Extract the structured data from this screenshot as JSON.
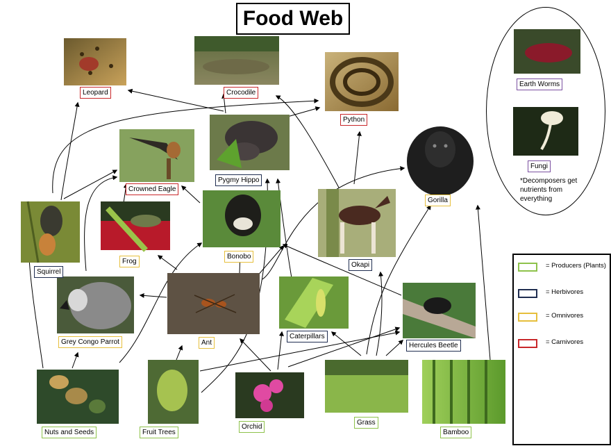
{
  "title": "Food Web",
  "colors": {
    "producer": "#8ec24b",
    "herbivore": "#1f2d50",
    "omnivore": "#e6bf3c",
    "carnivore": "#c8272a",
    "decomposer": "#7a4fa0"
  },
  "organisms": {
    "leopard": "Leopard",
    "crocodile": "Crocodile",
    "python": "Python",
    "crowned_eagle": "Crowned Eagle",
    "pygmy_hippo": "Pygmy Hippo",
    "gorilla": "Gorilla",
    "squirrel": "Squirrel",
    "frog": "Frog",
    "bonobo": "Bonobo",
    "okapi": "Okapi",
    "grey_parrot": "Grey Congo Parrot",
    "ant": "Ant",
    "caterpillars": "Caterpillars",
    "hercules_beetle": "Hercules Beetle",
    "nuts_seeds": "Nuts and Seeds",
    "fruit_trees": "Fruit Trees",
    "orchid": "Orchid",
    "grass": "Grass",
    "bamboo": "Bamboo",
    "earth_worms": "Earth Worms",
    "fungi": "Fungi"
  },
  "decomposer_note": "*Decomposers get nutrients from everything",
  "legend": {
    "producers": "= Producers (Plants)",
    "herbivores": "= Herbivores",
    "omnivores": "= Omnivores",
    "carnivores": "= Carnivores"
  }
}
